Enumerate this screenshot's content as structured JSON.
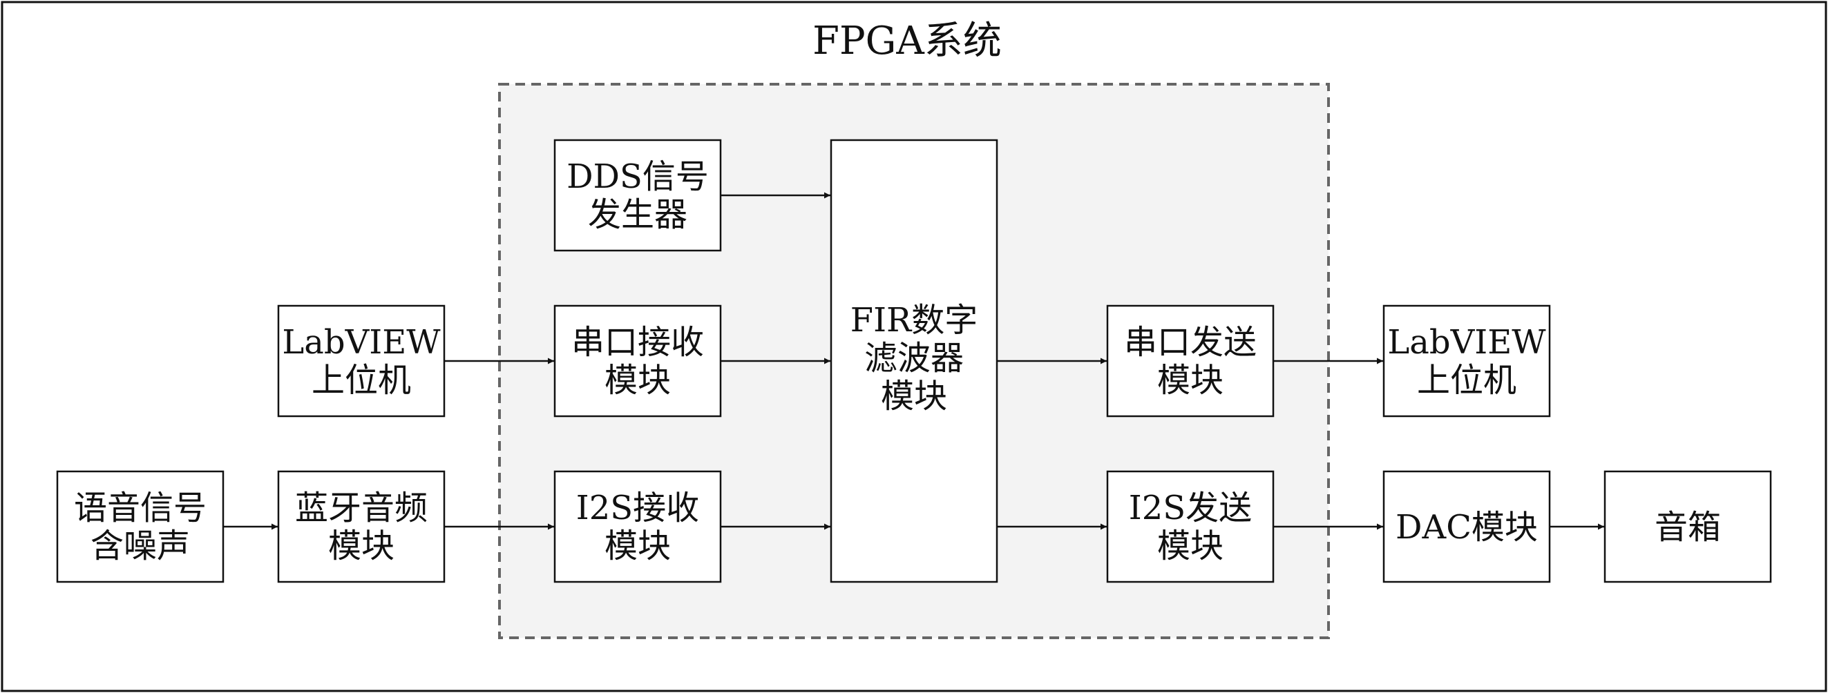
{
  "diagram": {
    "title": "FPGA系统",
    "colors": {
      "fpga_region_fill": "#f3f3f3",
      "fpga_region_stroke": "#666666",
      "line": "#111111",
      "box_fill": "#ffffff"
    },
    "blocks": [
      {
        "id": "speech",
        "lines": [
          "语音信号",
          "含噪声"
        ]
      },
      {
        "id": "bluetooth",
        "lines": [
          "蓝牙音频",
          "模块"
        ]
      },
      {
        "id": "labview-in",
        "lines": [
          "LabVIEW",
          "上位机"
        ]
      },
      {
        "id": "dds",
        "lines": [
          "DDS信号",
          "发生器"
        ]
      },
      {
        "id": "uart-rx",
        "lines": [
          "串口接收",
          "模块"
        ]
      },
      {
        "id": "i2s-rx",
        "lines": [
          "I2S接收",
          "模块"
        ]
      },
      {
        "id": "fir",
        "lines": [
          "FIR数字",
          "滤波器",
          "模块"
        ]
      },
      {
        "id": "uart-tx",
        "lines": [
          "串口发送",
          "模块"
        ]
      },
      {
        "id": "i2s-tx",
        "lines": [
          "I2S发送",
          "模块"
        ]
      },
      {
        "id": "labview-out",
        "lines": [
          "LabVIEW",
          "上位机"
        ]
      },
      {
        "id": "dac",
        "lines": [
          "DAC模块"
        ]
      },
      {
        "id": "speaker",
        "lines": [
          "音箱"
        ]
      }
    ],
    "connections": [
      {
        "from": "speech",
        "to": "bluetooth"
      },
      {
        "from": "bluetooth",
        "to": "i2s-rx"
      },
      {
        "from": "labview-in",
        "to": "uart-rx"
      },
      {
        "from": "dds",
        "to": "fir"
      },
      {
        "from": "uart-rx",
        "to": "fir"
      },
      {
        "from": "i2s-rx",
        "to": "fir"
      },
      {
        "from": "fir",
        "to": "uart-tx"
      },
      {
        "from": "fir",
        "to": "i2s-tx"
      },
      {
        "from": "uart-tx",
        "to": "labview-out"
      },
      {
        "from": "i2s-tx",
        "to": "dac"
      },
      {
        "from": "dac",
        "to": "speaker"
      }
    ]
  }
}
